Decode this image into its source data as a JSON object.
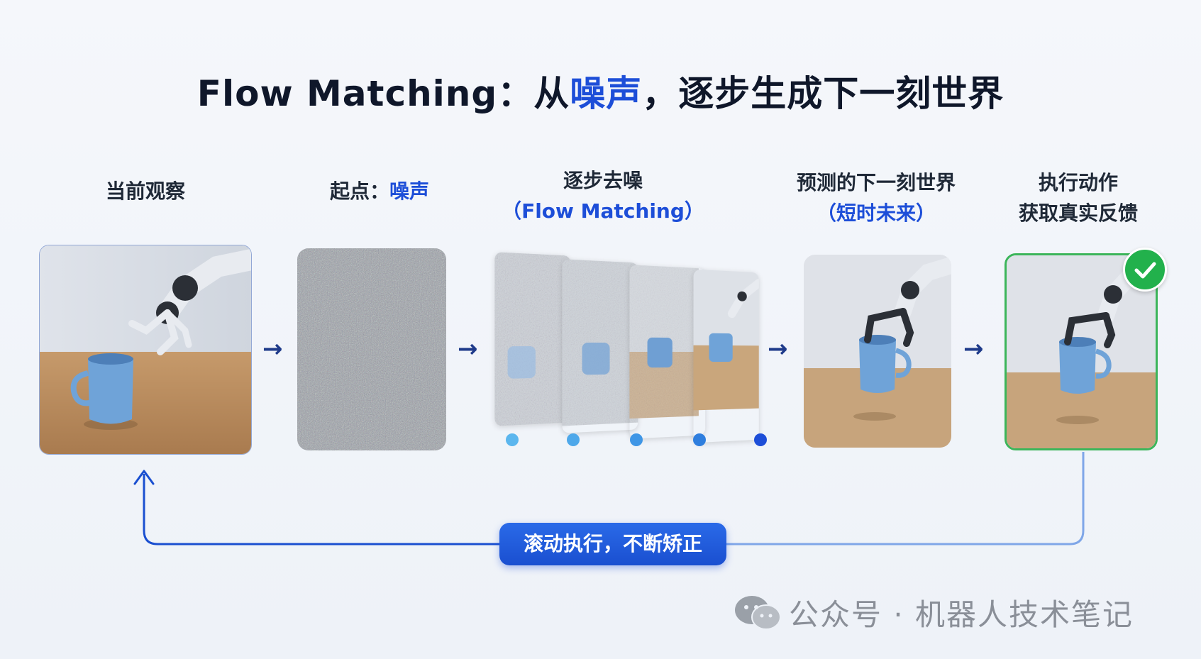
{
  "title": {
    "prefix": "Flow Matching：从",
    "highlight": "噪声",
    "suffix": "，逐步生成下一刻世界"
  },
  "steps": [
    {
      "line1": "当前观察",
      "line2": ""
    },
    {
      "line1": "起点：",
      "line1_highlight": "噪声"
    },
    {
      "line1": "逐步去噪",
      "line2": "（Flow Matching）"
    },
    {
      "line1": "预测的下一刻世界",
      "line2": "（短时未来）"
    },
    {
      "line1": "执行动作",
      "line2": "获取真实反馈"
    }
  ],
  "loop_label": "滚动执行，不断矫正",
  "footer": "公众号 · 机器人技术笔记",
  "colors": {
    "accent": "#1d4ed8",
    "success": "#22b14c",
    "cup": "#6fa3d8",
    "table": "#b58a5e"
  }
}
